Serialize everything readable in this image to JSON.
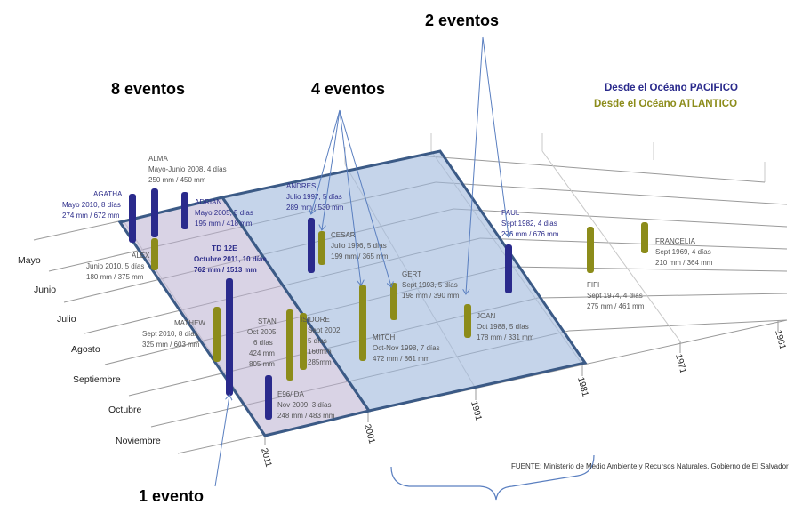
{
  "annotations": {
    "a8": "8 eventos",
    "a4": "4 eventos",
    "a2": "2 eventos",
    "a1": "1 evento"
  },
  "legend": {
    "pacific": "Desde el Océano PACIFICO",
    "atlantic": "Desde el Océano ATLANTICO",
    "pacific_color": "#2a2a8c",
    "atlantic_color": "#8c8c1a"
  },
  "months": [
    "Mayo",
    "Junio",
    "Julio",
    "Agosto",
    "Septiembre",
    "Octubre",
    "Noviembre"
  ],
  "years": [
    "2011",
    "2001",
    "1991",
    "1981",
    "1971",
    "1961"
  ],
  "source": "FUENTE: Ministerio de Medio Ambiente y Recursos Naturales. Gobierno de El Salvador",
  "events": {
    "alma": {
      "name": "ALMA",
      "date": "Mayo-Junio 2008, 4 días",
      "rain": "250 mm / 450 mm"
    },
    "agatha": {
      "name": "AGATHA",
      "date": "Mayo 2010, 8 días",
      "rain": "274 mm / 672 mm"
    },
    "adrian": {
      "name": "ADRIAN",
      "date": "Mayo 2005, 5 días",
      "rain": "195 mm / 418 mm"
    },
    "alex": {
      "name": "ALEX",
      "date": "Junio 2010, 5 días",
      "rain": "180 mm / 375 mm"
    },
    "td12e": {
      "name": "TD 12E",
      "date": "Octubre 2011, 10 días",
      "rain": "762 mm / 1513 mm"
    },
    "mathew": {
      "name": "MATHEW",
      "date": "Sept 2010, 8 días",
      "rain": "325 mm / 603 mm"
    },
    "stan": {
      "name": "STAN",
      "date": "Oct 2005",
      "days": "6 días",
      "rain1": "424 mm",
      "rain2": "805 mm"
    },
    "isidore": {
      "name": "ISIDORE",
      "date": "Sept 2002",
      "days": "5 días",
      "rain1": "160mm",
      "rain2": "285mm"
    },
    "e96ida": {
      "name": "E96/IDA",
      "date": "Nov 2009, 3 días",
      "rain": "248 mm / 483 mm"
    },
    "andres": {
      "name": "ANDRES",
      "date": "Julio 1997, 5 días",
      "rain": "289 mm / 530 mm"
    },
    "cesar": {
      "name": "CESAR",
      "date": "Julio 1996, 5 días",
      "rain": "199 mm / 365 mm"
    },
    "gert": {
      "name": "GERT",
      "date": "Sept 1993, 5 días",
      "rain": "198 mm / 390 mm"
    },
    "mitch": {
      "name": "MITCH",
      "date": "Oct-Nov 1998, 7 días",
      "rain": "472 mm / 861 mm"
    },
    "joan": {
      "name": "JOAN",
      "date": "Oct 1988, 5 días",
      "rain": "178 mm / 331 mm"
    },
    "paul": {
      "name": "PAUL",
      "date": "Sept 1982, 4 días",
      "rain": "276 mm / 676 mm"
    },
    "fifi": {
      "name": "FIFI",
      "date": "Sept 1974, 4 días",
      "rain": "275 mm / 461 mm"
    },
    "francelia": {
      "name": "FRANCELIA",
      "date": "Sept 1969, 4 días",
      "rain": "210 mm / 364 mm"
    }
  }
}
